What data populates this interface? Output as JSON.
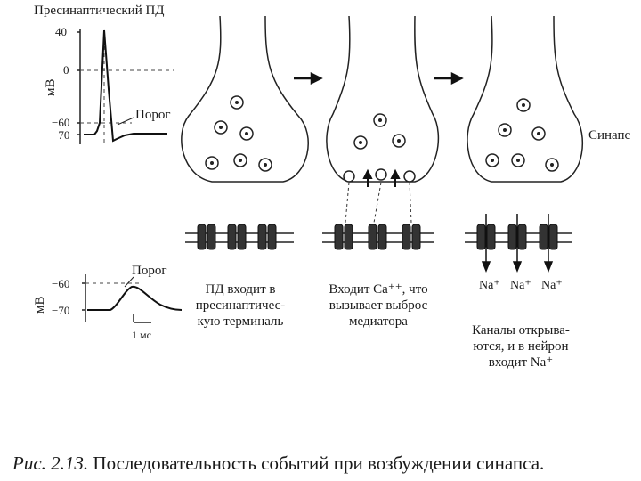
{
  "graph_top": {
    "title": "Пресинаптический ПД",
    "y_unit": "мВ",
    "ticks": [
      "40",
      "0",
      "−60",
      "−70"
    ],
    "threshold_label": "Порог"
  },
  "graph_bottom": {
    "y_unit": "мВ",
    "ticks": [
      "−60",
      "−70"
    ],
    "threshold_label": "Порог",
    "scale_label": "1 мс"
  },
  "synapse_label": "Синапс",
  "stages": [
    {
      "caption": "ПД входит в\nпресинаптичес-\nкую терминаль"
    },
    {
      "caption": "Входит Ca⁺⁺, что\nвызывает выброс\nмедиатора"
    },
    {
      "caption": "Каналы открыва-\nются, и в нейрон\nвходит Na⁺",
      "ion_labels": [
        "Na⁺",
        "Na⁺",
        "Na⁺"
      ]
    }
  ],
  "figure_caption": {
    "prefix": "Рис. 2.13.",
    "text": "Последовательность событий при возбуждении синапса."
  }
}
